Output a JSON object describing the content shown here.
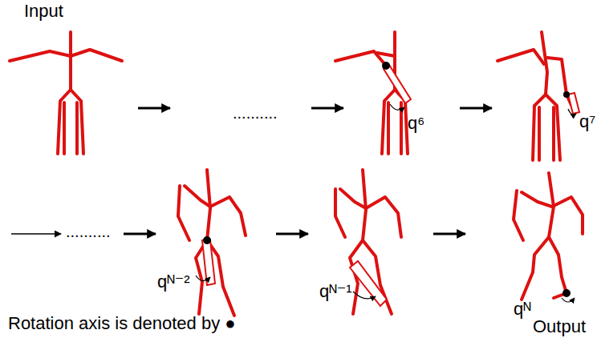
{
  "diagram": {
    "labels": [
      "Input",
      "..........",
      "q⁶",
      "q⁷",
      "..........",
      "qᴺ⁻²",
      "qᴺ⁻¹",
      "Rotation axis is denoted by ●",
      "qᴺ",
      "Output"
    ]
  }
}
